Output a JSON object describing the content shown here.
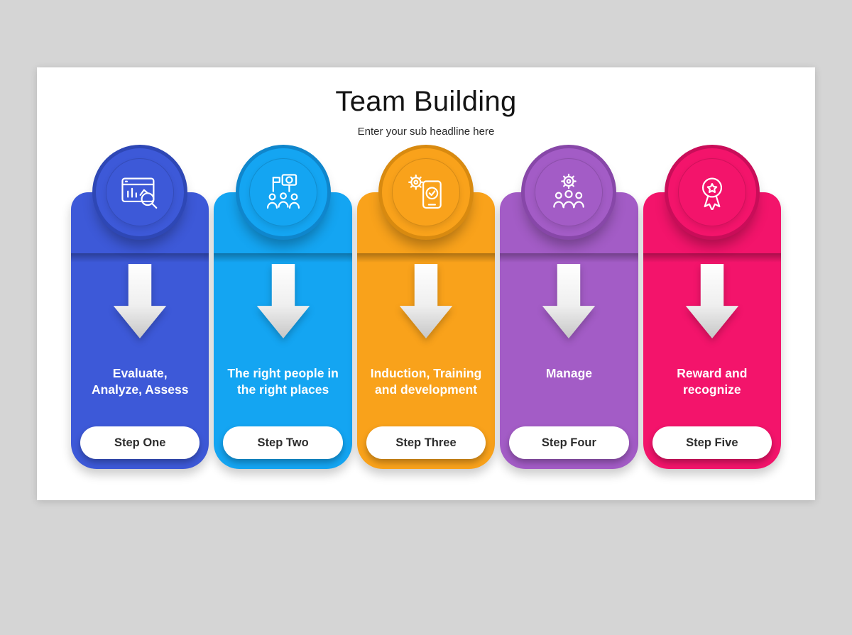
{
  "canvas": {
    "page_bg": "#d5d5d5",
    "slide_bg": "#ffffff"
  },
  "header": {
    "title": "Team Building",
    "subtitle": "Enter your sub headline here"
  },
  "steps": [
    {
      "text": "Evaluate,\nAnalyze, Assess",
      "button": "Step One",
      "color": "#3d59d8",
      "ring_color": "#2e47b5",
      "icon": "analytics-report-icon"
    },
    {
      "text": "The right people in\nthe right places",
      "button": "Step Two",
      "color": "#14a5f2",
      "ring_color": "#0f86cc",
      "icon": "team-selection-icon"
    },
    {
      "text": "Induction, Training\nand development",
      "button": "Step Three",
      "color": "#f9a21b",
      "ring_color": "#d88a10",
      "icon": "training-app-icon"
    },
    {
      "text": "Manage",
      "button": "Step Four",
      "color": "#a35cc6",
      "ring_color": "#8747a8",
      "icon": "team-management-icon"
    },
    {
      "text": "Reward and\nrecognize",
      "button": "Step Five",
      "color": "#f3146b",
      "ring_color": "#c90d59",
      "icon": "award-ribbon-icon"
    }
  ]
}
